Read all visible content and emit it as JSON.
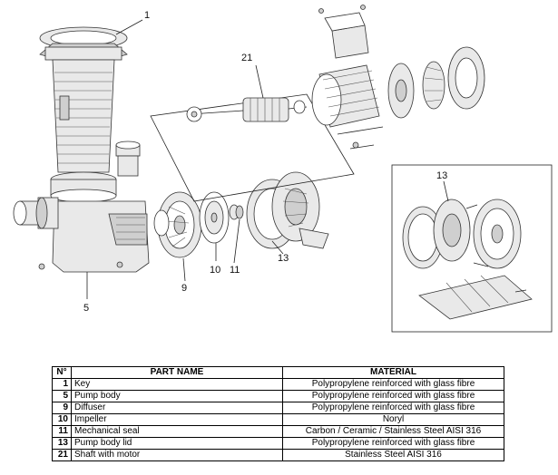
{
  "callouts": {
    "key": "1",
    "pump_body": "5",
    "diffuser": "9",
    "impeller": "10",
    "mechanical_seal": "11",
    "pump_body_lid": "13",
    "pump_body_lid_detail": "13",
    "shaft_with_motor": "21"
  },
  "table": {
    "headers": {
      "num": "N°",
      "name": "PART NAME",
      "material": "MATERIAL"
    },
    "rows": [
      {
        "num": "1",
        "name": "Key",
        "material": "Polypropylene reinforced with glass fibre"
      },
      {
        "num": "5",
        "name": "Pump body",
        "material": "Polypropylene reinforced with glass fibre"
      },
      {
        "num": "9",
        "name": "Diffuser",
        "material": "Polypropylene reinforced with glass fibre"
      },
      {
        "num": "10",
        "name": "Impeller",
        "material": "Noryl"
      },
      {
        "num": "11",
        "name": "Mechanical seal",
        "material": "Carbon / Ceramic / Stainless Steel AISI 316"
      },
      {
        "num": "13",
        "name": "Pump body lid",
        "material": "Polypropylene reinforced with glass fibre"
      },
      {
        "num": "21",
        "name": "Shaft with motor",
        "material": "Stainless Steel AISI 316"
      }
    ]
  }
}
